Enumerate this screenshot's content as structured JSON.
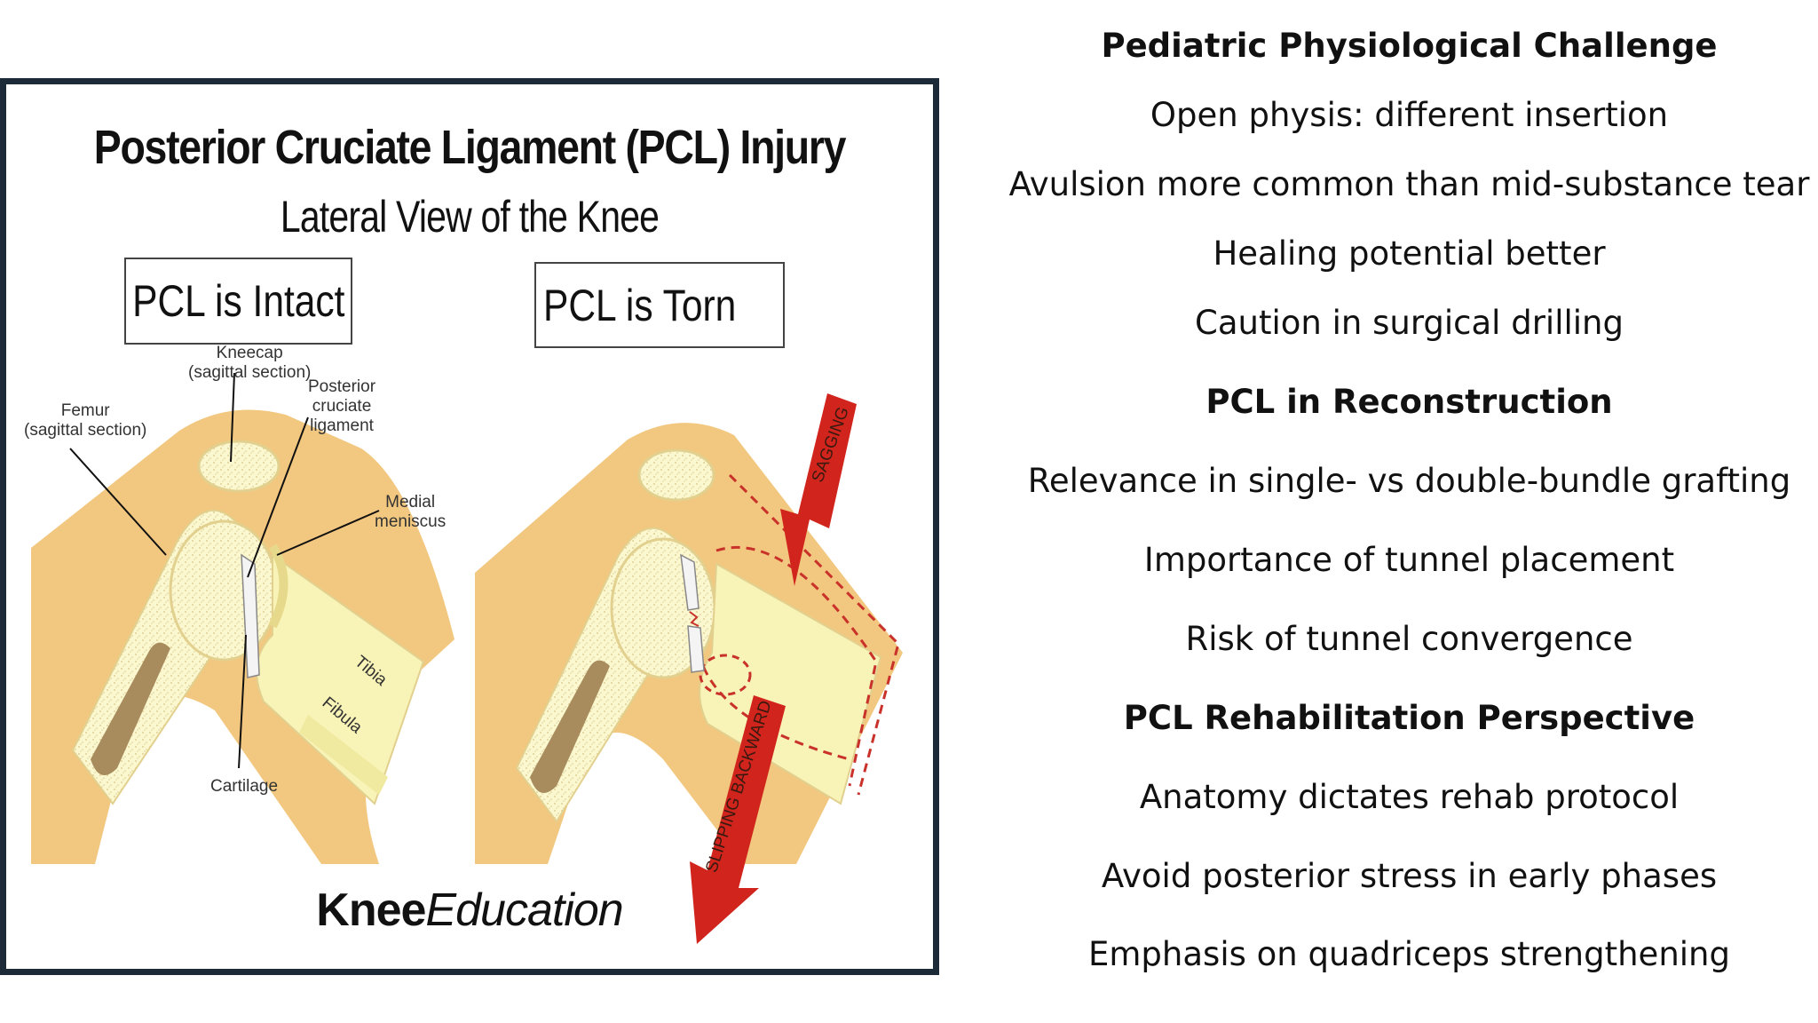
{
  "figure": {
    "title": "Posterior Cruciate Ligament (PCL) Injury",
    "subtitle": "Lateral View of the Knee",
    "box_intact": "PCL is Intact",
    "box_torn": "PCL is Torn",
    "labels": {
      "kneecap": [
        "Kneecap",
        "(sagittal section)"
      ],
      "femur": [
        "Femur",
        "(sagittal section)"
      ],
      "pcl": [
        "Posterior",
        "cruciate",
        "ligament"
      ],
      "meniscus": [
        "Medial",
        "meniscus"
      ],
      "tibia": "Tibia",
      "fibula": "Fibula",
      "cartilage": "Cartilage",
      "sagging": "SAGGING",
      "slipping": "SLIPPING BACKWARD"
    },
    "brand_bold": "Knee",
    "brand_italic": "Education",
    "colors": {
      "skin": "#f2c77f",
      "bone": "#f8f3b6",
      "bone_inner": "#fbf8cf",
      "marrow": "#a88c5e",
      "arrow": "#d0241c",
      "frame": "#1d2b38"
    }
  },
  "right_panel": {
    "sections": [
      {
        "heading": "Pediatric Physiological Challenge",
        "items": [
          "Open physis: different insertion",
          "Avulsion more common than mid-substance tear",
          "Healing potential better",
          "Caution in surgical drilling"
        ]
      },
      {
        "heading": "PCL in Reconstruction",
        "items": [
          "Relevance in single- vs double-bundle grafting",
          "Importance of tunnel placement",
          "Risk of tunnel convergence"
        ]
      },
      {
        "heading": "PCL Rehabilitation Perspective",
        "items": [
          "Anatomy dictates rehab protocol",
          "Avoid posterior stress in early phases",
          "Emphasis on quadriceps strengthening"
        ]
      }
    ]
  }
}
